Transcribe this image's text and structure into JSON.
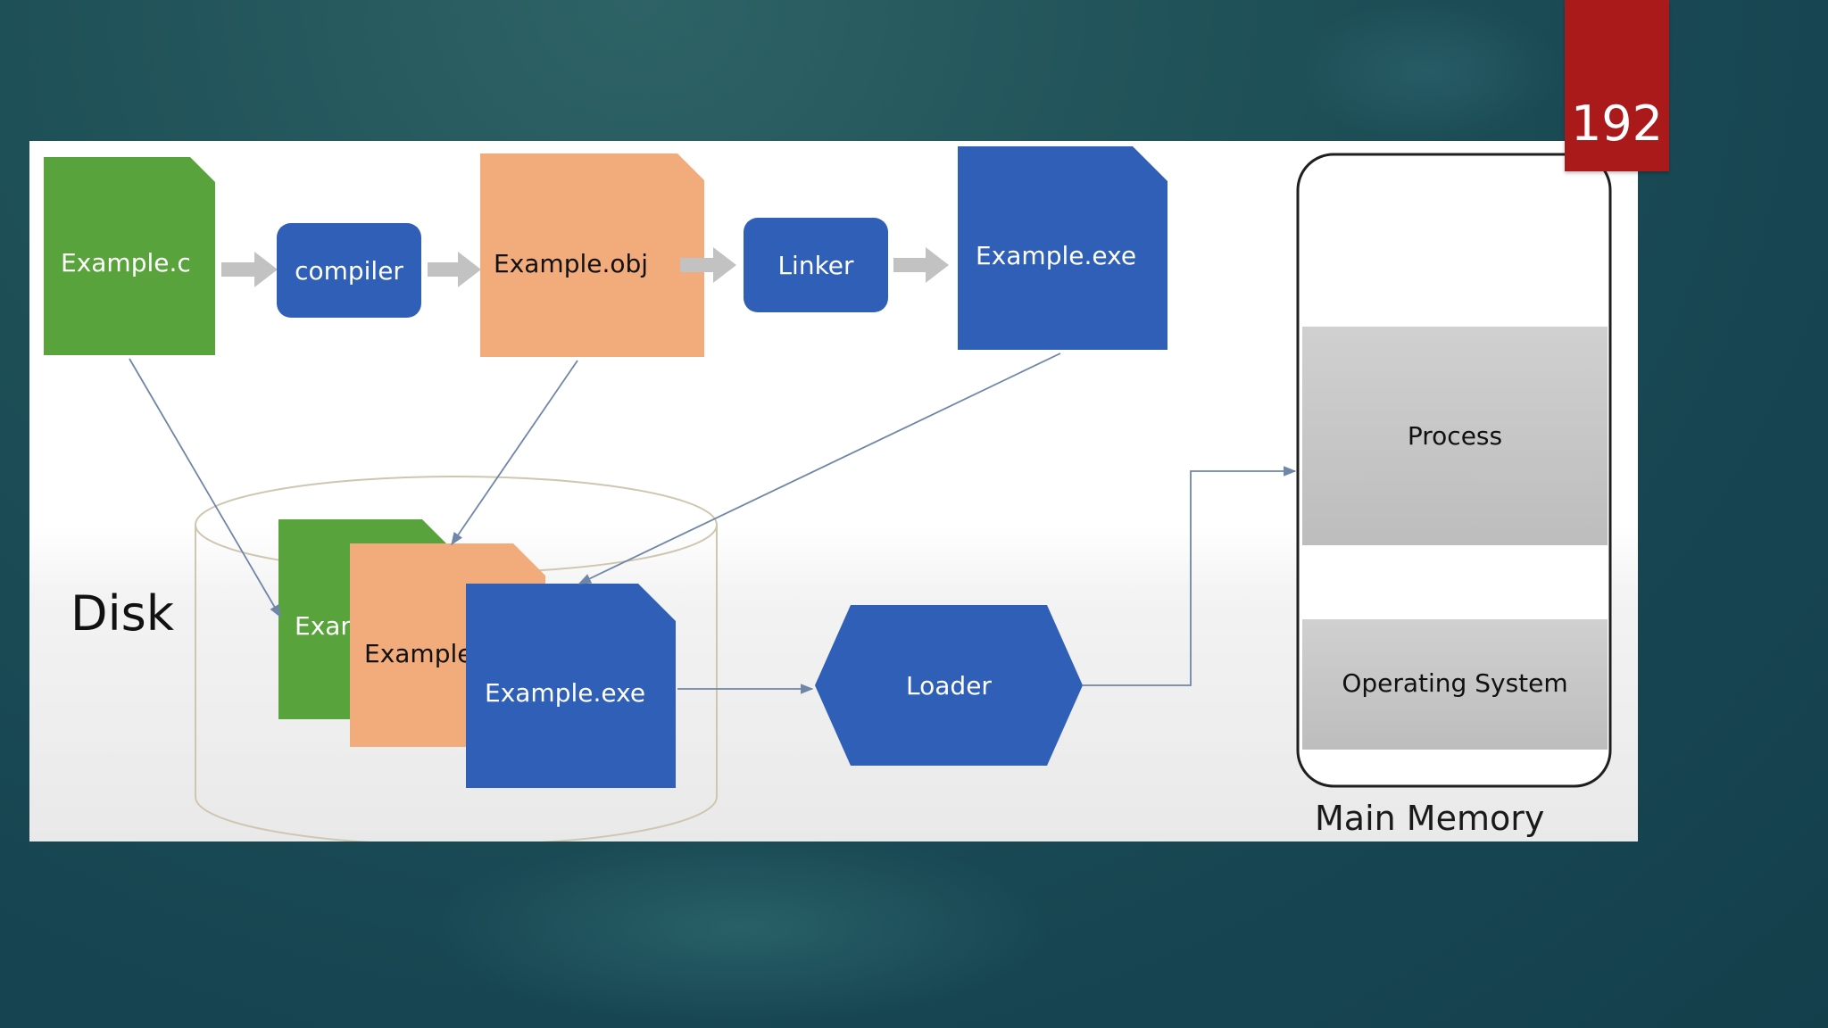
{
  "slide_number": "192",
  "colors": {
    "source_file": "#58a33b",
    "object_file": "#f2ab7a",
    "exe_and_tools": "#2f5fb7",
    "memory_block": "#c9c9c9",
    "slide_number_bg": "#ab1a1a"
  },
  "pipeline": {
    "source_file": "Example.c",
    "compiler": "compiler",
    "object_file": "Example.obj",
    "linker": "Linker",
    "executable": "Example.exe"
  },
  "disk": {
    "label": "Disk",
    "stack_source_partial": "Exan",
    "stack_object_partial": "Example",
    "stack_executable": "Example.exe"
  },
  "loader": "Loader",
  "memory": {
    "label": "Main Memory",
    "process": "Process",
    "operating_system": "Operating System"
  }
}
